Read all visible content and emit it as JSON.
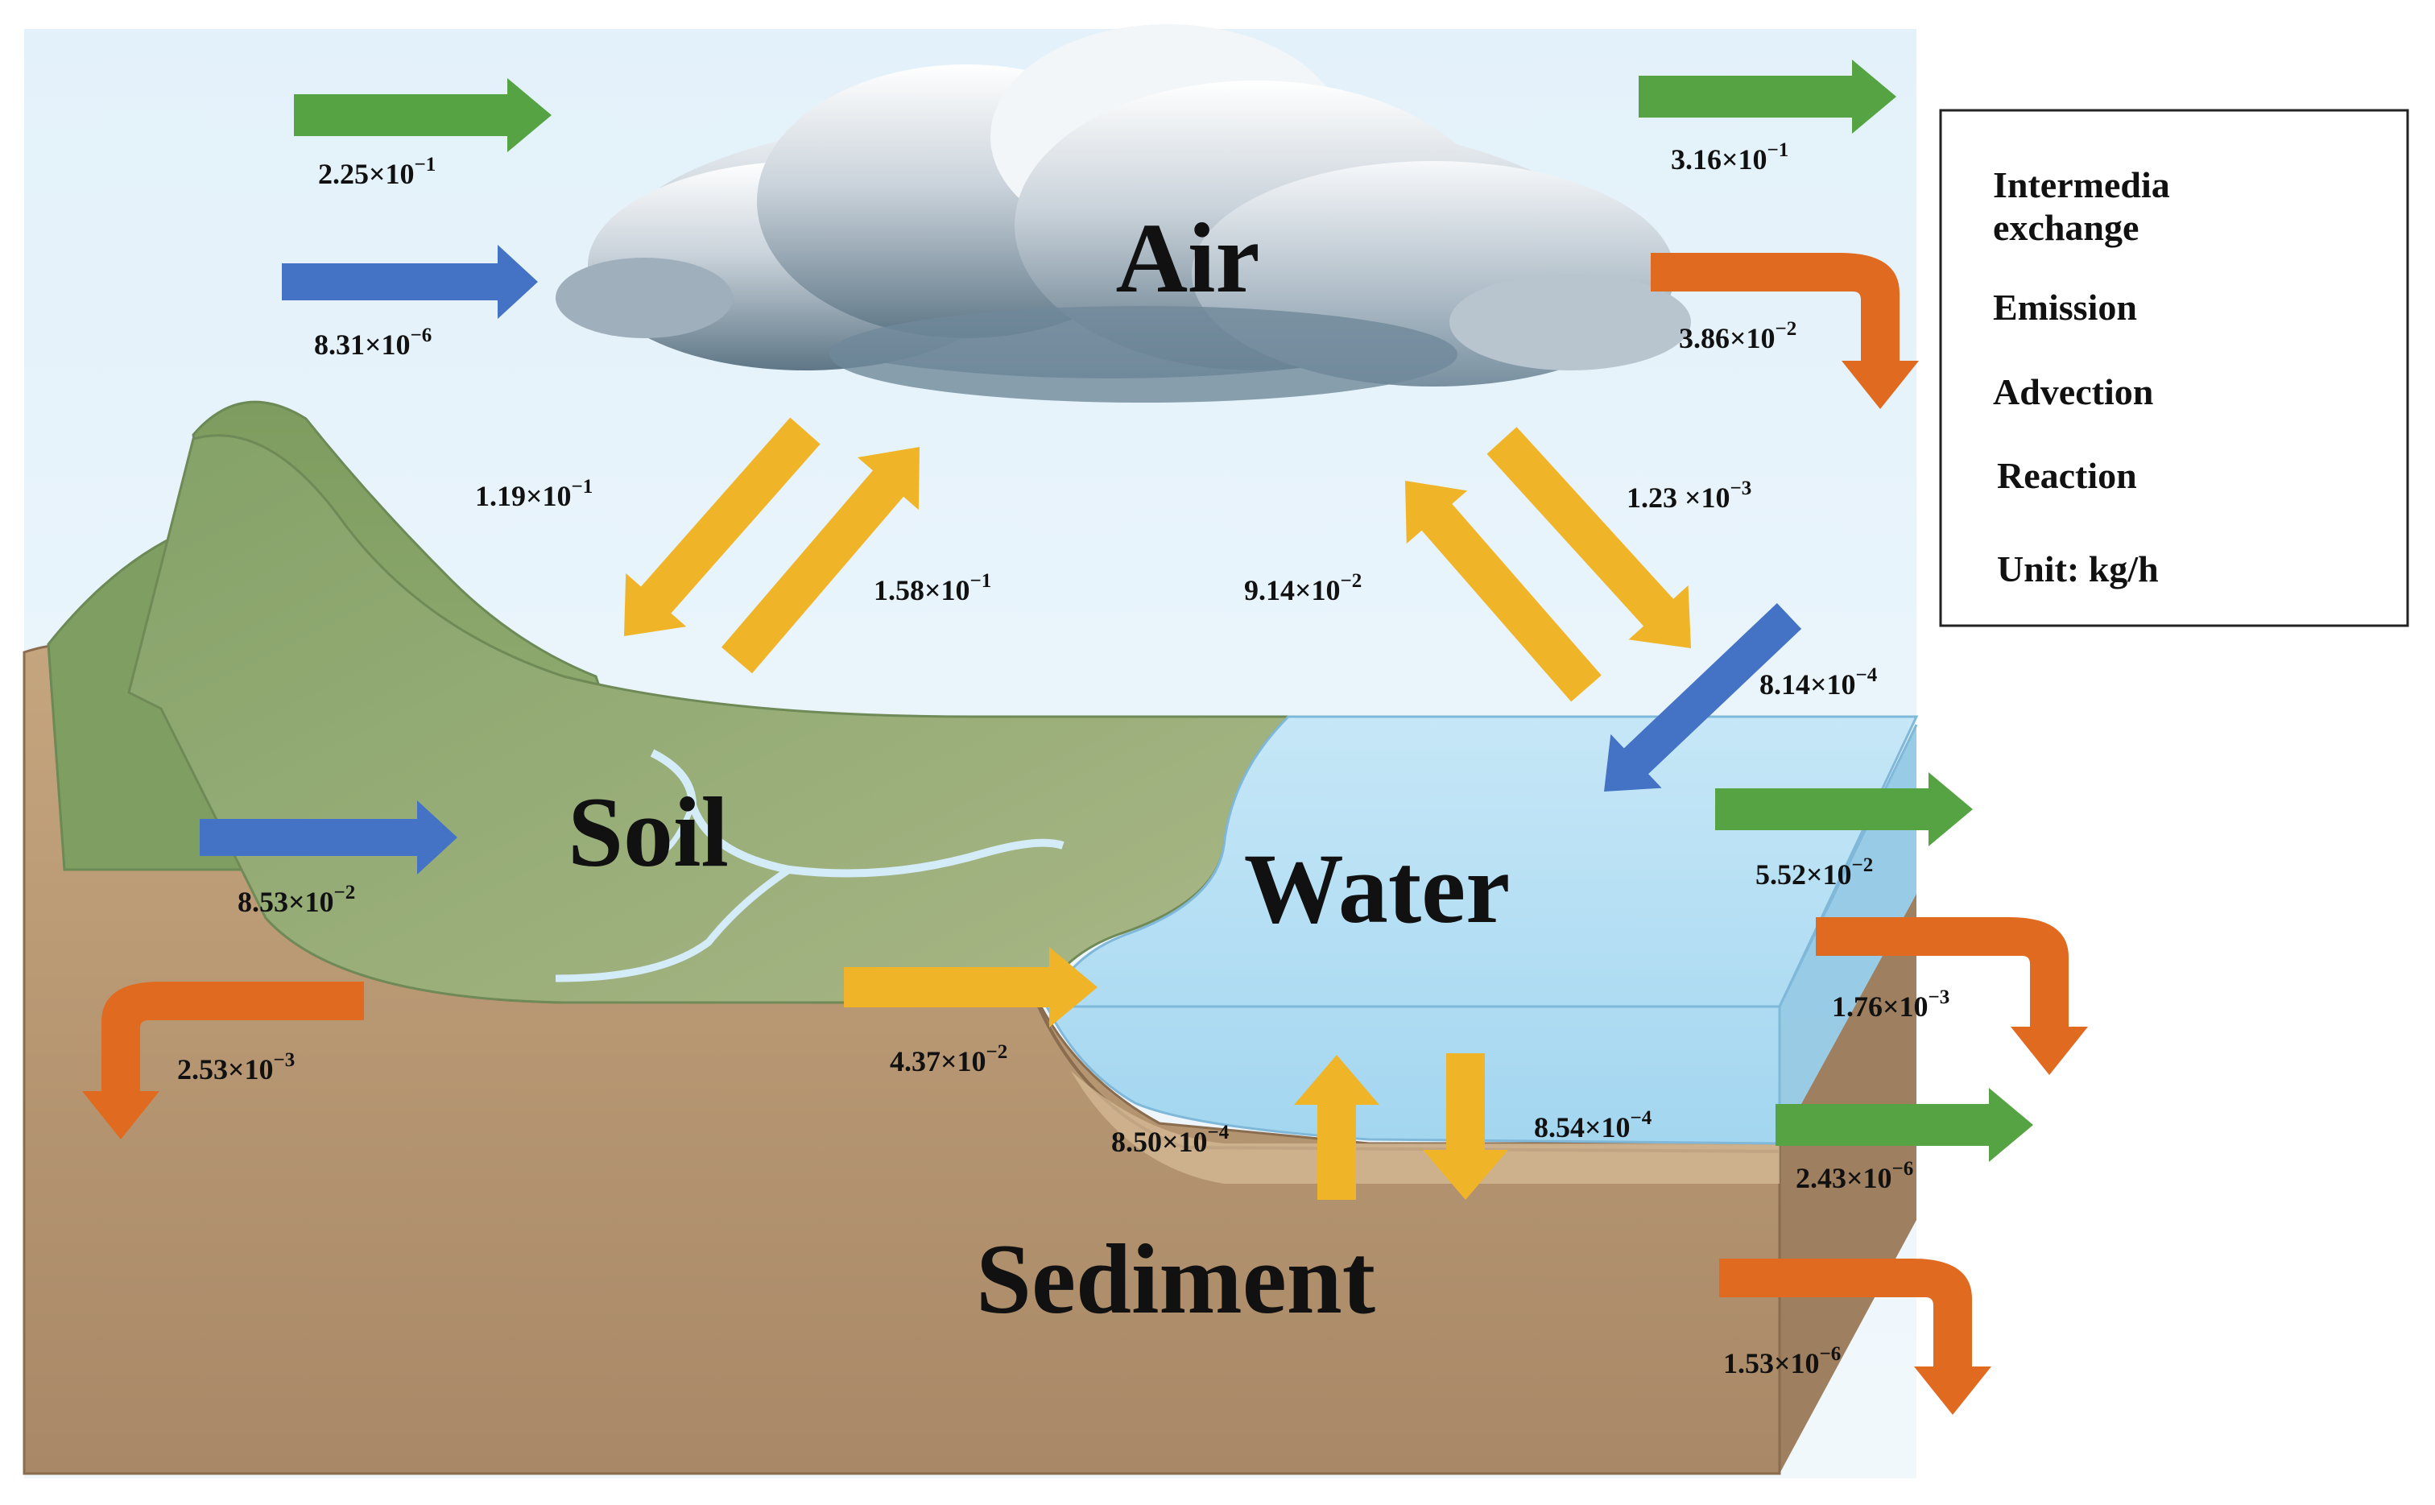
{
  "compartments": {
    "air": "Air",
    "soil": "Soil",
    "water": "Water",
    "sediment": "Sediment"
  },
  "legend": {
    "intermedia_line1": "Intermedia",
    "intermedia_line2": "exchange",
    "emission": "Emission",
    "advection": "Advection",
    "reaction": "Reaction",
    "unit": "Unit: kg/h"
  },
  "colors": {
    "intermedia_exchange": "#F0B428",
    "emission": "#4472C4",
    "advection": "#55A343",
    "reaction": "#E06A20",
    "sky": "#E9F4FB",
    "water": "#B4DDF3",
    "soil_green": "#8FA86E",
    "sediment_brown": "#B08F6C"
  },
  "flows": {
    "air_advection_in": {
      "base": "2.25×10",
      "exp": "−1"
    },
    "air_emission": {
      "base": "8.31×10",
      "exp": "−6"
    },
    "air_advection_out": {
      "base": "3.16×10",
      "exp": "−1"
    },
    "air_reaction": {
      "base": "3.86×10",
      "exp": "−2"
    },
    "air_to_soil": {
      "base": "1.19×10",
      "exp": "−1"
    },
    "soil_to_air": {
      "base": "1.58×10",
      "exp": "−1"
    },
    "water_to_air": {
      "base": "9.14×10",
      "exp": "−2"
    },
    "air_to_water": {
      "base": "1.23 ×10",
      "exp": "−3"
    },
    "water_emission": {
      "base": "8.14×10",
      "exp": "−4"
    },
    "soil_emission": {
      "base": "8.53×10",
      "exp": "−2"
    },
    "soil_reaction": {
      "base": "2.53×10",
      "exp": "−3"
    },
    "soil_to_water": {
      "base": "4.37×10",
      "exp": "−2"
    },
    "water_advection_out": {
      "base": "5.52×10",
      "exp": "−2"
    },
    "water_reaction": {
      "base": "1.76×10",
      "exp": "−3"
    },
    "sediment_to_water": {
      "base": "8.50×10",
      "exp": "−4"
    },
    "water_to_sediment": {
      "base": "8.54×10",
      "exp": "−4"
    },
    "sediment_advection_out": {
      "base": "2.43×10",
      "exp": "−6"
    },
    "sediment_reaction": {
      "base": "1.53×10",
      "exp": "−6"
    }
  }
}
